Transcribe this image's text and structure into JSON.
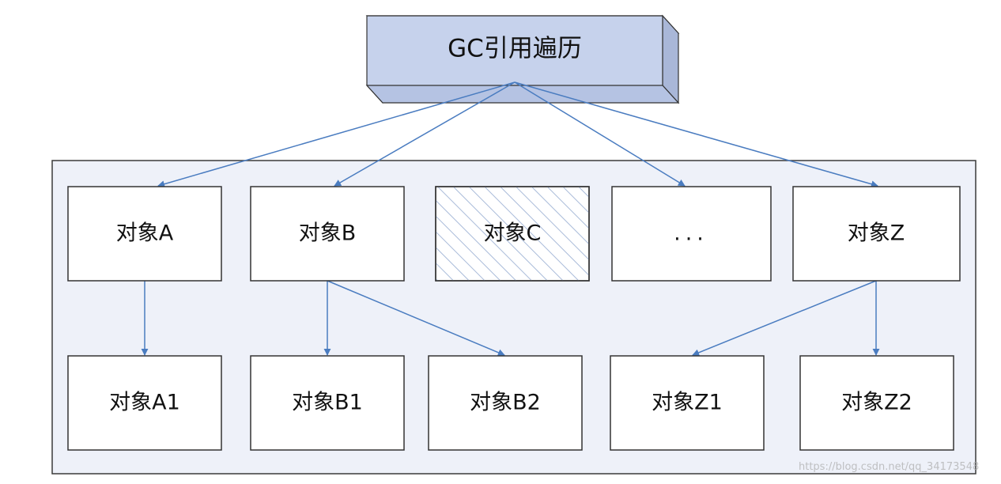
{
  "root": {
    "label": "GC引用遍历"
  },
  "nodes": {
    "a": {
      "label": "对象A"
    },
    "b": {
      "label": "对象B"
    },
    "c": {
      "label": "对象C",
      "unreachable": true
    },
    "dots": {
      "label": "..."
    },
    "z": {
      "label": "对象Z"
    },
    "a1": {
      "label": "对象A1"
    },
    "b1": {
      "label": "对象B1"
    },
    "b2": {
      "label": "对象B2"
    },
    "z1": {
      "label": "对象Z1"
    },
    "z2": {
      "label": "对象Z2"
    }
  },
  "edges": [
    [
      "root",
      "a"
    ],
    [
      "root",
      "b"
    ],
    [
      "root",
      "dots"
    ],
    [
      "root",
      "z"
    ],
    [
      "a",
      "a1"
    ],
    [
      "b",
      "b1"
    ],
    [
      "b",
      "b2"
    ],
    [
      "z",
      "z1"
    ],
    [
      "z",
      "z2"
    ]
  ],
  "watermark": "https://blog.csdn.net/qq_34173548",
  "colors": {
    "container_fill": "#eef1f9",
    "root_front": "#c6d2ec",
    "root_top": "#e3e9f6",
    "root_side": "#a9b7d8",
    "edge": "#4a7cc0",
    "hatch": "#a9bbd9"
  }
}
